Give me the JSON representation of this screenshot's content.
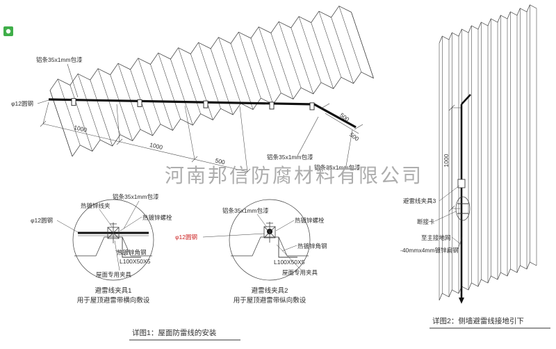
{
  "company_watermark": "河南邦信防腐材料有限公司",
  "roof_view": {
    "labels": {
      "alu_strip_top_left": "铝条35x1mm包漆",
      "round_steel": "φ12圆钢",
      "alu_strip_mid": "铝条35x1mm包漆",
      "alu_strip_right": "铝条35x1mm包漆"
    },
    "dims": {
      "seg1": "1000",
      "seg2": "1000",
      "seg3": "500",
      "slope1": "500",
      "slope2": "500"
    }
  },
  "detail1": {
    "labels": {
      "wire_clip": "热镀锌线夹",
      "alu_strip": "铝条35x1mm包漆",
      "bolt": "热镀锌螺栓",
      "round_steel": "φ12圆钢",
      "angle_steel": "热镀锌角钢",
      "angle_spec": "L100X50X5",
      "roof_clamp": "屋面专用夹具"
    },
    "caption_title": "避雷线夹具1",
    "caption_sub": "用于屋顶避雷带横向敷设"
  },
  "detail2": {
    "labels": {
      "alu_strip": "铝条35x1mm包漆",
      "bolt": "热镀锌螺栓",
      "round_steel": "φ12圆钢",
      "angle_steel": "热镀锌角钢",
      "angle_spec": "L100X50X5",
      "roof_clamp": "屋面专用夹具"
    },
    "caption_title": "避雷线夹具2",
    "caption_sub": "用于屋顶避雷带纵向敷设"
  },
  "wall_view": {
    "labels": {
      "clamp3": "避雷线夹具3",
      "disconnect_card": "断接卡",
      "to_ground": "至主接地网",
      "flat_steel": "-40mmx4mm镀锌扁钢"
    },
    "dims": {
      "height": "1000"
    }
  },
  "footers": {
    "detail1": "详图1：屋面防雷线的安装",
    "detail2": "详图2：侧墙避雷线接地引下"
  },
  "colors": {
    "ink": "#333333",
    "accent_red": "#cc2222",
    "watermark_gray": "#a5a5a5",
    "badge_green": "#3fae49"
  }
}
